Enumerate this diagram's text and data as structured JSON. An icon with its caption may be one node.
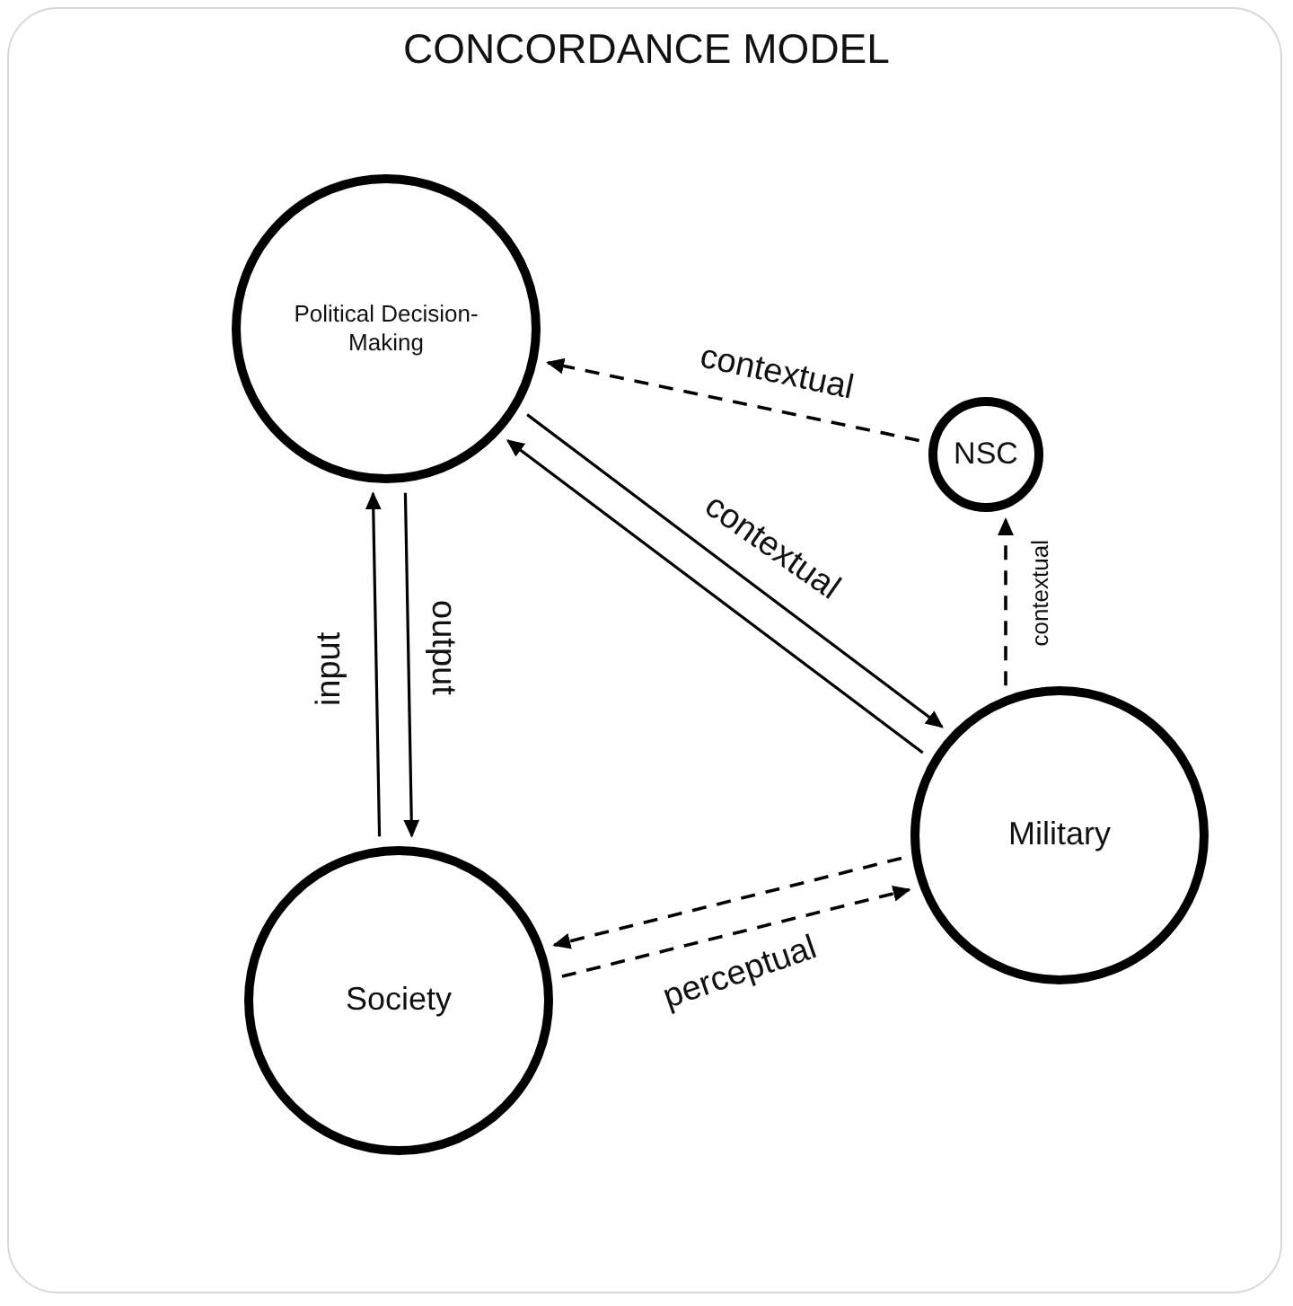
{
  "diagram": {
    "title": "CONCORDANCE MODEL",
    "nodes": [
      {
        "text": [
          "Political Decision-Making"
        ]
      },
      {
        "text": [
          "NSC"
        ]
      },
      {
        "text": [
          "Society"
        ]
      },
      {
        "text": [
          "Military"
        ]
      }
    ],
    "edges": [
      {
        "from": 1,
        "to": 0,
        "arrow": "to",
        "style": "dashed",
        "label": "contextual"
      },
      {
        "from": 0,
        "to": 3,
        "arrow": "to",
        "label": "contextual"
      },
      {
        "from": 3,
        "to": 0,
        "arrow": "to"
      },
      {
        "from": 3,
        "to": 1,
        "arrow": "to",
        "style": "dashed",
        "label": "contextual"
      },
      {
        "from": 2,
        "to": 0,
        "arrow": "to",
        "label": "input"
      },
      {
        "from": 0,
        "to": 2,
        "arrow": "to",
        "label": "output"
      },
      {
        "from": 3,
        "to": 2,
        "arrow": "to",
        "style": "dashed"
      },
      {
        "from": 2,
        "to": 3,
        "arrow": "to",
        "style": "dashed",
        "label": "perceptual"
      }
    ]
  }
}
